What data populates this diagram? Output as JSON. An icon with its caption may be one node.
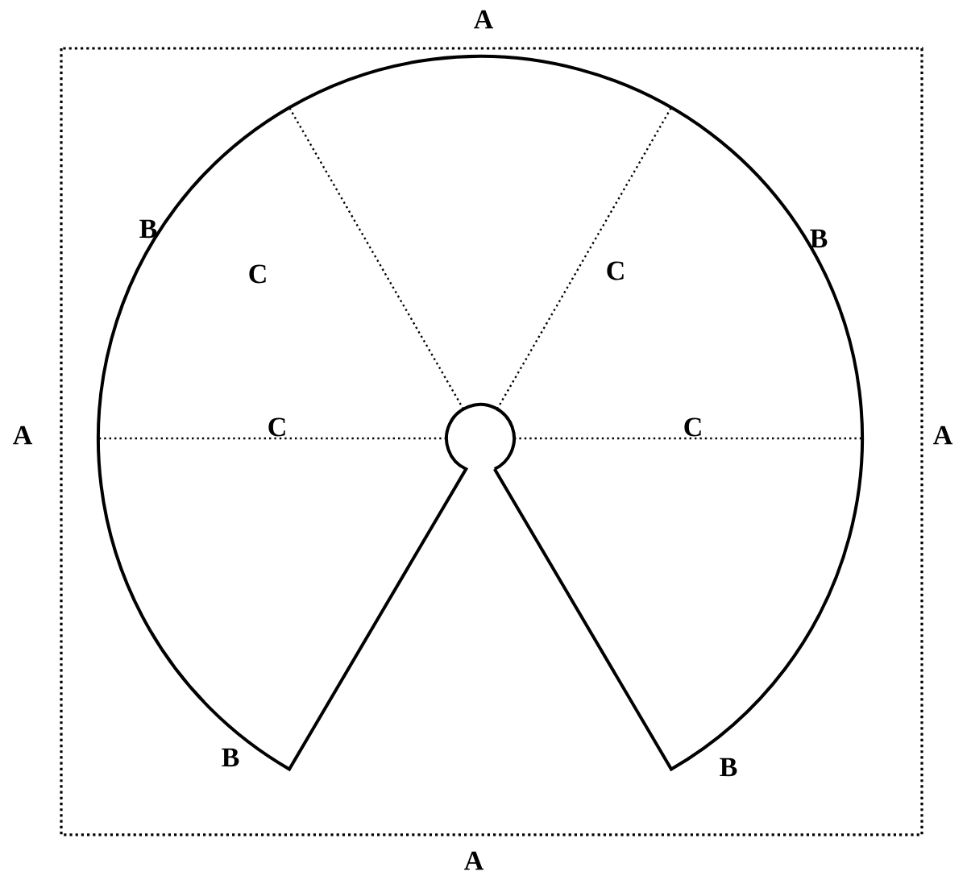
{
  "diagram": {
    "labels": [
      "A",
      "B",
      "B",
      "C",
      "C",
      "A",
      "C",
      "C",
      "A",
      "B",
      "B",
      "A"
    ]
  }
}
